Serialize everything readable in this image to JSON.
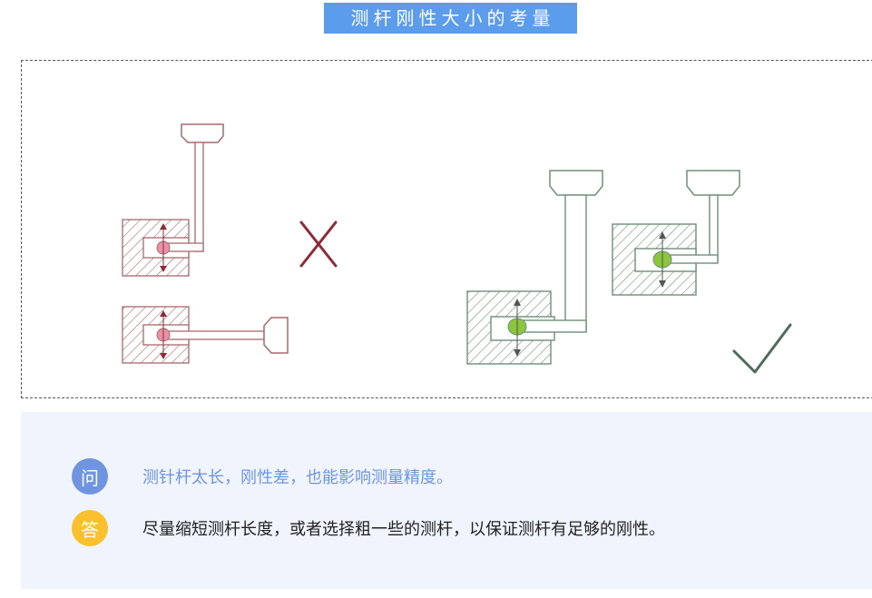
{
  "header": {
    "title": "测杆刚性大小的考量"
  },
  "figure": {
    "bad_mark_icon": "cross-icon",
    "good_mark_icon": "check-icon",
    "colors": {
      "bad": "#a86a6f",
      "bad_ball": "#e890a5",
      "good": "#6f8f7a",
      "good_ball": "#8cc63f",
      "cross": "#8e2b36",
      "check": "#4f6b5b"
    }
  },
  "qa": {
    "question": {
      "badge": "问",
      "text": "测针杆太长，刚性差，也能影响测量精度。"
    },
    "answer": {
      "badge": "答",
      "text": "尽量缩短测杆长度，或者选择粗一些的测杆，以保证测杆有足够的刚性。"
    }
  }
}
